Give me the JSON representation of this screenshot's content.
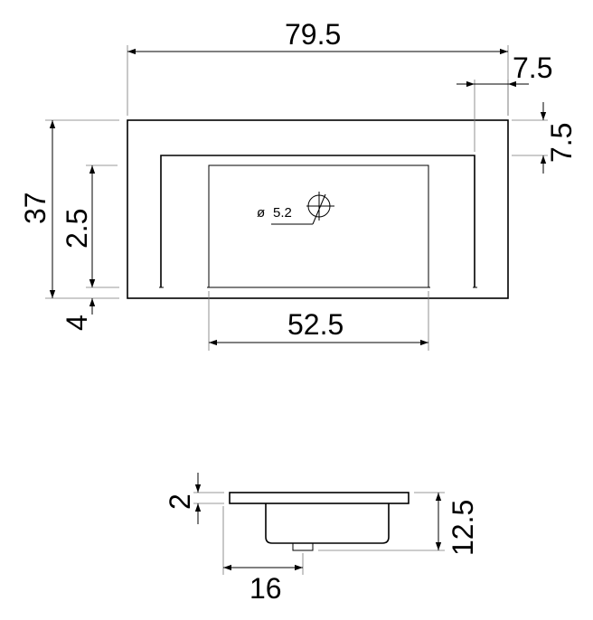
{
  "top_view": {
    "dim_width": "79.5",
    "dim_edge_right": "7.5",
    "dim_edge_top": "7.5",
    "dim_depth": "37",
    "dim_inner_height": "2.5",
    "dim_bottom": "4",
    "dim_bowl_width": "52.5",
    "hole_symbol": "ø",
    "hole_diameter": "5.2"
  },
  "side_view": {
    "dim_thickness": "2",
    "dim_height": "12.5",
    "dim_offset": "16"
  }
}
